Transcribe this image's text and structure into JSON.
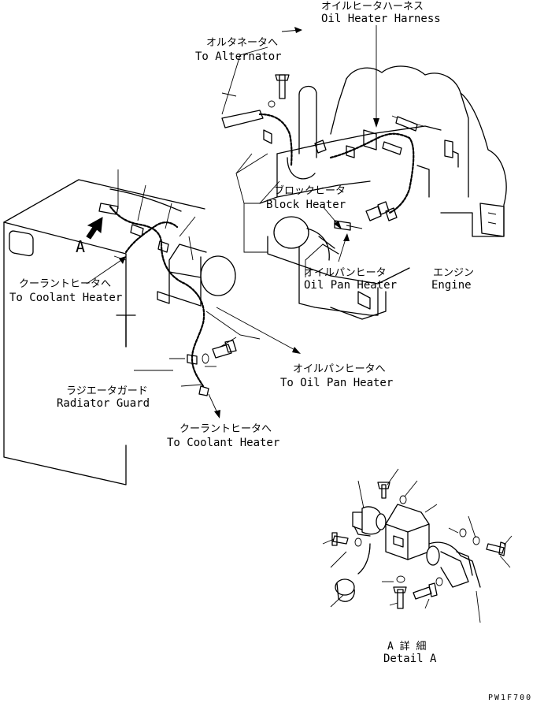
{
  "labels": {
    "oil_heater_harness": {
      "jp": "オイルヒータハーネス",
      "en": "Oil Heater Harness"
    },
    "to_alternator": {
      "jp": "オルタネータへ",
      "en": "To Alternator"
    },
    "block_heater": {
      "jp": "ブロックヒータ",
      "en": "Block Heater"
    },
    "oil_pan_heater": {
      "jp": "オイルパンヒータ",
      "en": "Oil Pan Heater"
    },
    "engine": {
      "jp": "エンジン",
      "en": "Engine"
    },
    "to_coolant_heater_left": {
      "jp": "クーラントヒータへ",
      "en": "To Coolant Heater"
    },
    "to_oil_pan_heater": {
      "jp": "オイルパンヒータへ",
      "en": "To Oil Pan Heater"
    },
    "radiator_guard": {
      "jp": "ラジエータガード",
      "en": "Radiator Guard"
    },
    "to_coolant_heater_bottom": {
      "jp": "クーラントヒータへ",
      "en": "To Coolant Heater"
    },
    "detail_a": {
      "jp": "A 詳 細",
      "en": "Detail A"
    },
    "view_marker": "A",
    "drawing_code": "PW1F700"
  }
}
